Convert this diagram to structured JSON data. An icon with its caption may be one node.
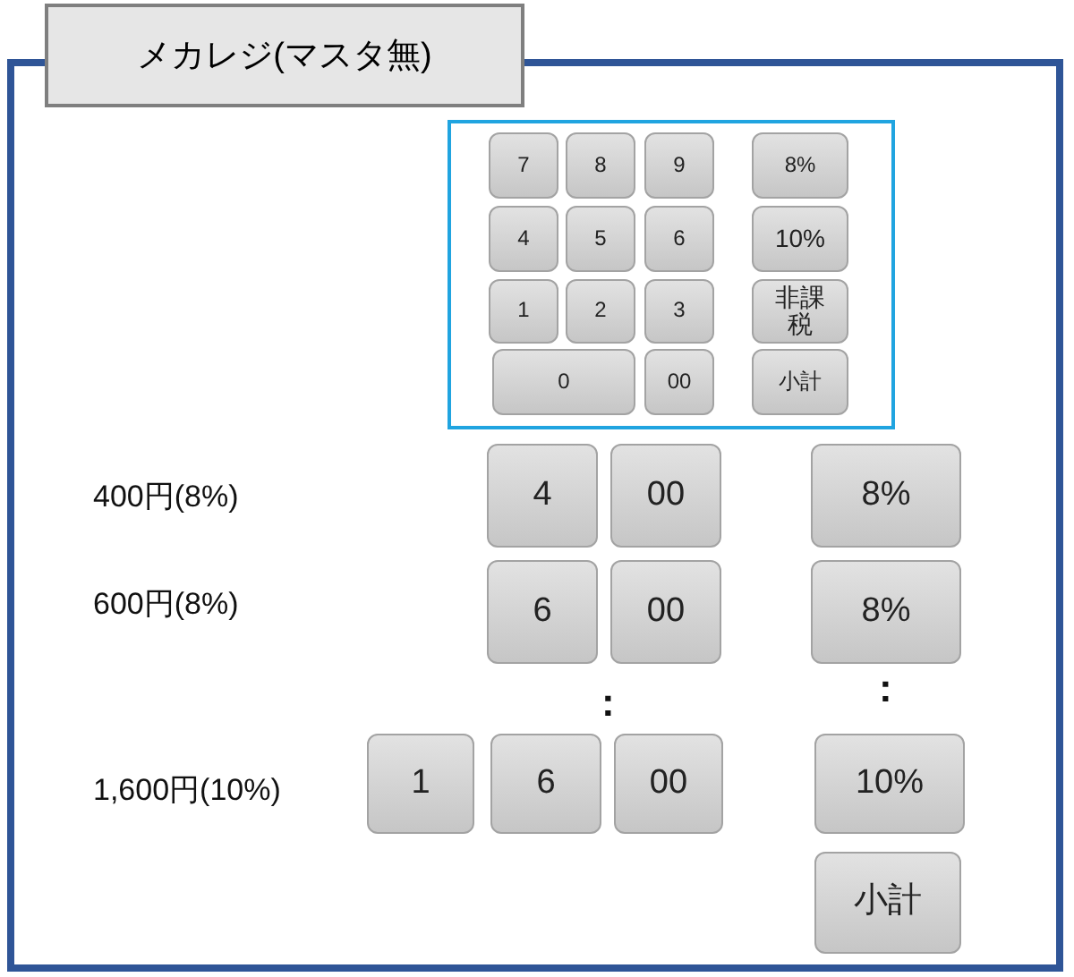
{
  "diagram": {
    "nodes": [
      {
        "text": [
          "メカレジ(マスタ無)"
        ]
      },
      {
        "text": [],
        "shape": "box"
      },
      {
        "text": [],
        "shape": "box",
        "in": 1
      },
      {
        "text": [
          "7"
        ],
        "in": 2
      },
      {
        "text": [
          "8"
        ],
        "in": 2
      },
      {
        "text": [
          "9"
        ],
        "in": 2
      },
      {
        "text": [
          "8%"
        ],
        "in": 2
      },
      {
        "text": [
          "4"
        ],
        "in": 2
      },
      {
        "text": [
          "5"
        ],
        "in": 2
      },
      {
        "text": [
          "6"
        ],
        "in": 2
      },
      {
        "text": [
          "10%"
        ],
        "in": 2
      },
      {
        "text": [
          "1"
        ],
        "in": 2
      },
      {
        "text": [
          "2"
        ],
        "in": 2
      },
      {
        "text": [
          "3"
        ],
        "in": 2
      },
      {
        "text": [
          "非課税"
        ],
        "in": 2
      },
      {
        "text": [
          "0"
        ],
        "in": 2
      },
      {
        "text": [
          "00"
        ],
        "in": 2
      },
      {
        "text": [
          "小計"
        ],
        "in": 2
      },
      {
        "text": [
          "4"
        ],
        "in": 1
      },
      {
        "text": [
          "00"
        ],
        "in": 1
      },
      {
        "text": [
          "8%"
        ],
        "in": 1
      },
      {
        "text": [
          "6"
        ],
        "in": 1
      },
      {
        "text": [
          "00"
        ],
        "in": 1
      },
      {
        "text": [
          "8%"
        ],
        "in": 1
      },
      {
        "text": [
          "1"
        ],
        "in": 1
      },
      {
        "text": [
          "6"
        ],
        "in": 1
      },
      {
        "text": [
          "00"
        ],
        "in": 1
      },
      {
        "text": [
          "10%"
        ],
        "in": 1
      },
      {
        "text": [
          "小計"
        ],
        "in": 1
      }
    ],
    "labels": [
      "400円(8%)",
      "600円(8%)",
      ":",
      ":",
      "1,600円(10%)"
    ]
  }
}
